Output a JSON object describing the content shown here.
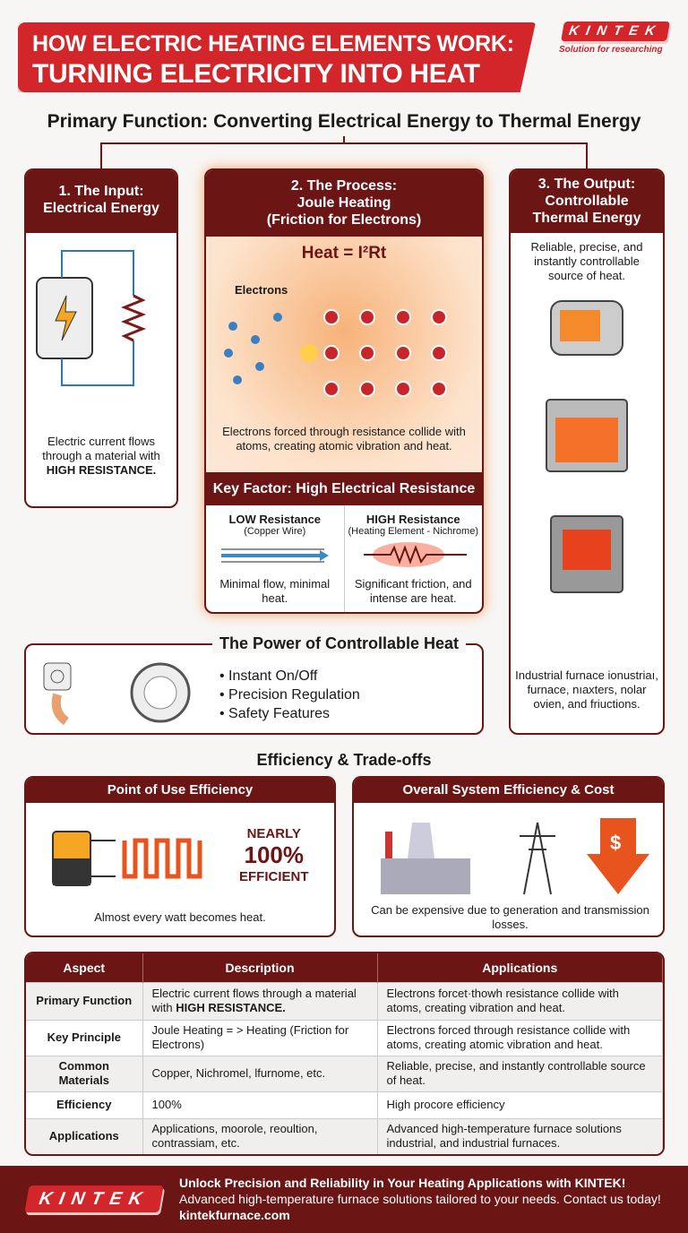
{
  "header": {
    "title_line1": "HOW ELECTRIC HEATING ELEMENTS WORK:",
    "title_line2": "TURNING ELECTRICITY INTO HEAT",
    "logo": "KINTEK",
    "tagline": "Solution for researching"
  },
  "subtitle": "Primary Function: Converting Electrical Energy to Thermal Energy",
  "input": {
    "title_line1": "1. The Input:",
    "title_line2": "Electrical Energy",
    "text": "Electric current flows through a material with",
    "text_bold": "HIGH RESISTANCE."
  },
  "process": {
    "title_line1": "2. The Process:",
    "title_line2": "Joule Heating",
    "title_line3": "(Friction for Electrons)",
    "formula": "Heat = I²Rt",
    "electrons_label": "Electrons",
    "text": "Electrons forced through resistance collide with atoms, creating atomic vibration and heat.",
    "key_factor": "Key Factor: High Electrical Resistance",
    "low": {
      "title": "LOW Resistance",
      "sub": "(Copper Wire)",
      "text": "Minimal flow, minimal heat."
    },
    "high": {
      "title": "HIGH Resistance",
      "sub": "(Heating Element - Nichrome)",
      "text": "Significant friction, and intense are heat."
    }
  },
  "output": {
    "title_line1": "3. The Output:",
    "title_line2": "Controllable",
    "title_line3": "Thermal Energy",
    "text": "Reliable, precise, and instantly controllable source of heat.",
    "bottom_text": "Industrial furnace ionustriaı, furnace, nıaxters, nolar ovien, and friuctions."
  },
  "control": {
    "title": "The Power of Controllable Heat",
    "bullets": [
      "Instant On/Off",
      "Precision Regulation",
      "Safety Features"
    ]
  },
  "efficiency": {
    "title": "Efficiency & Trade-offs",
    "point": {
      "title": "Point of Use Efficiency",
      "big1": "NEARLY",
      "big2": "100%",
      "big3": "EFFICIENT",
      "text": "Almost every watt becomes heat."
    },
    "overall": {
      "title": "Overall System Efficiency & Cost",
      "text": "Can be expensive due to generation and transmission losses."
    }
  },
  "table": {
    "headers": [
      "Aspect",
      "Description",
      "Applications"
    ],
    "rows": [
      {
        "aspect": "Primary Function",
        "desc": "Electric current flows through a material with",
        "desc_bold": "HIGH RESISTANCE.",
        "app": "Electrons forcet·thowh resistance collide with atoms, creating vibration and heat."
      },
      {
        "aspect": "Key Principle",
        "desc": "Joule Heating = > Heating (Friction for Electrons)",
        "desc_bold": "",
        "app": "Electrons forced through resistance collide with atoms, creating atomic vibration and heat."
      },
      {
        "aspect": "Common Materials",
        "desc": "Copper, Nichromel, lfurnome, etc.",
        "desc_bold": "",
        "app": "Reliable, precise, and instantly controllable source of heat."
      },
      {
        "aspect": "Efficiency",
        "desc": "100%",
        "desc_bold": "",
        "app": "High procore efficiency"
      },
      {
        "aspect": "Applications",
        "desc": "Applications, moorole, reoultion, contrassiam, etc.",
        "desc_bold": "",
        "app": "Advanced high-temperature furnace solutions industrial, and industrial furnaces."
      }
    ]
  },
  "footer": {
    "logo": "KINTEK",
    "headline": "Unlock Precision and Reliability in Your Heating Applications with KINTEK!",
    "text": "Advanced high-temperature furnace solutions tailored to your needs. Contact us today!",
    "url": "kintekfurnace.com"
  },
  "colors": {
    "red": "#d3262b",
    "dark_red": "#6b1515",
    "orange": "#f7b27a"
  }
}
